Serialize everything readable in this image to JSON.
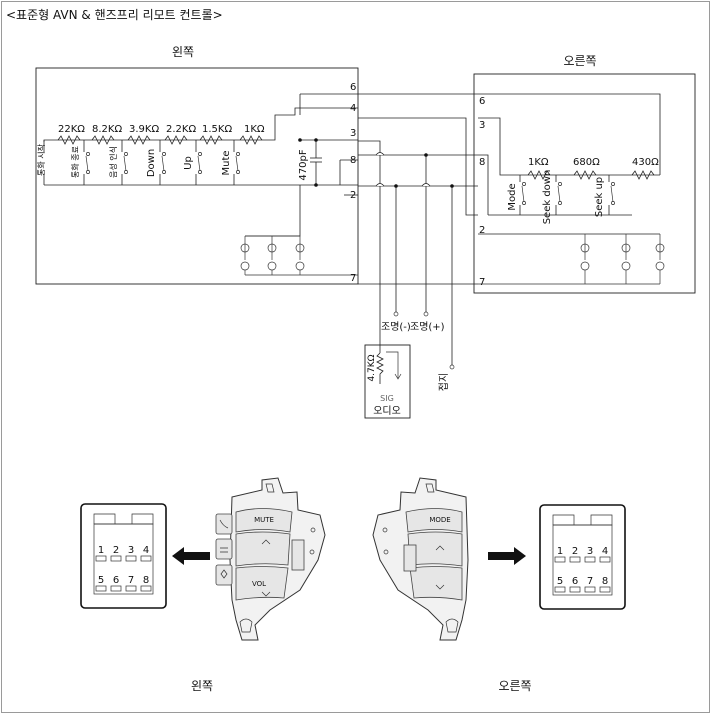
{
  "title": "<표준형 AVN & 핸즈프리 리모트 컨트롤>",
  "left": {
    "heading": "왼쪽",
    "resistors": [
      "22KΩ",
      "8.2KΩ",
      "3.9KΩ",
      "2.2KΩ",
      "1.5KΩ",
      "1KΩ"
    ],
    "switches": [
      "통화 시작",
      "통화 종료",
      "음성 인식",
      "Down",
      "Up",
      "Mute"
    ],
    "capacitor": "470pF",
    "pins": [
      "6",
      "4",
      "3",
      "8",
      "2",
      "7"
    ]
  },
  "right": {
    "heading": "오른쪽",
    "resistors": [
      "1KΩ",
      "680Ω",
      "430Ω"
    ],
    "switches": [
      "Mode",
      "Seek down",
      "Seek up"
    ],
    "pins": [
      "6",
      "3",
      "8",
      "2",
      "7"
    ]
  },
  "external": {
    "illum_minus": "조명(-)",
    "illum_plus": "조명(+)",
    "ground": "접지",
    "audio_resistor": "4.7KΩ",
    "audio_sig": "SIG",
    "audio": "오디오"
  },
  "connector_pins": [
    "1",
    "2",
    "3",
    "4",
    "5",
    "6",
    "7",
    "8"
  ],
  "wheel_left": {
    "mute": "MUTE",
    "vol": "VOL"
  },
  "wheel_right": {
    "mode": "MODE"
  },
  "bottom_labels": {
    "left": "왼쪽",
    "right": "오른쪽"
  }
}
